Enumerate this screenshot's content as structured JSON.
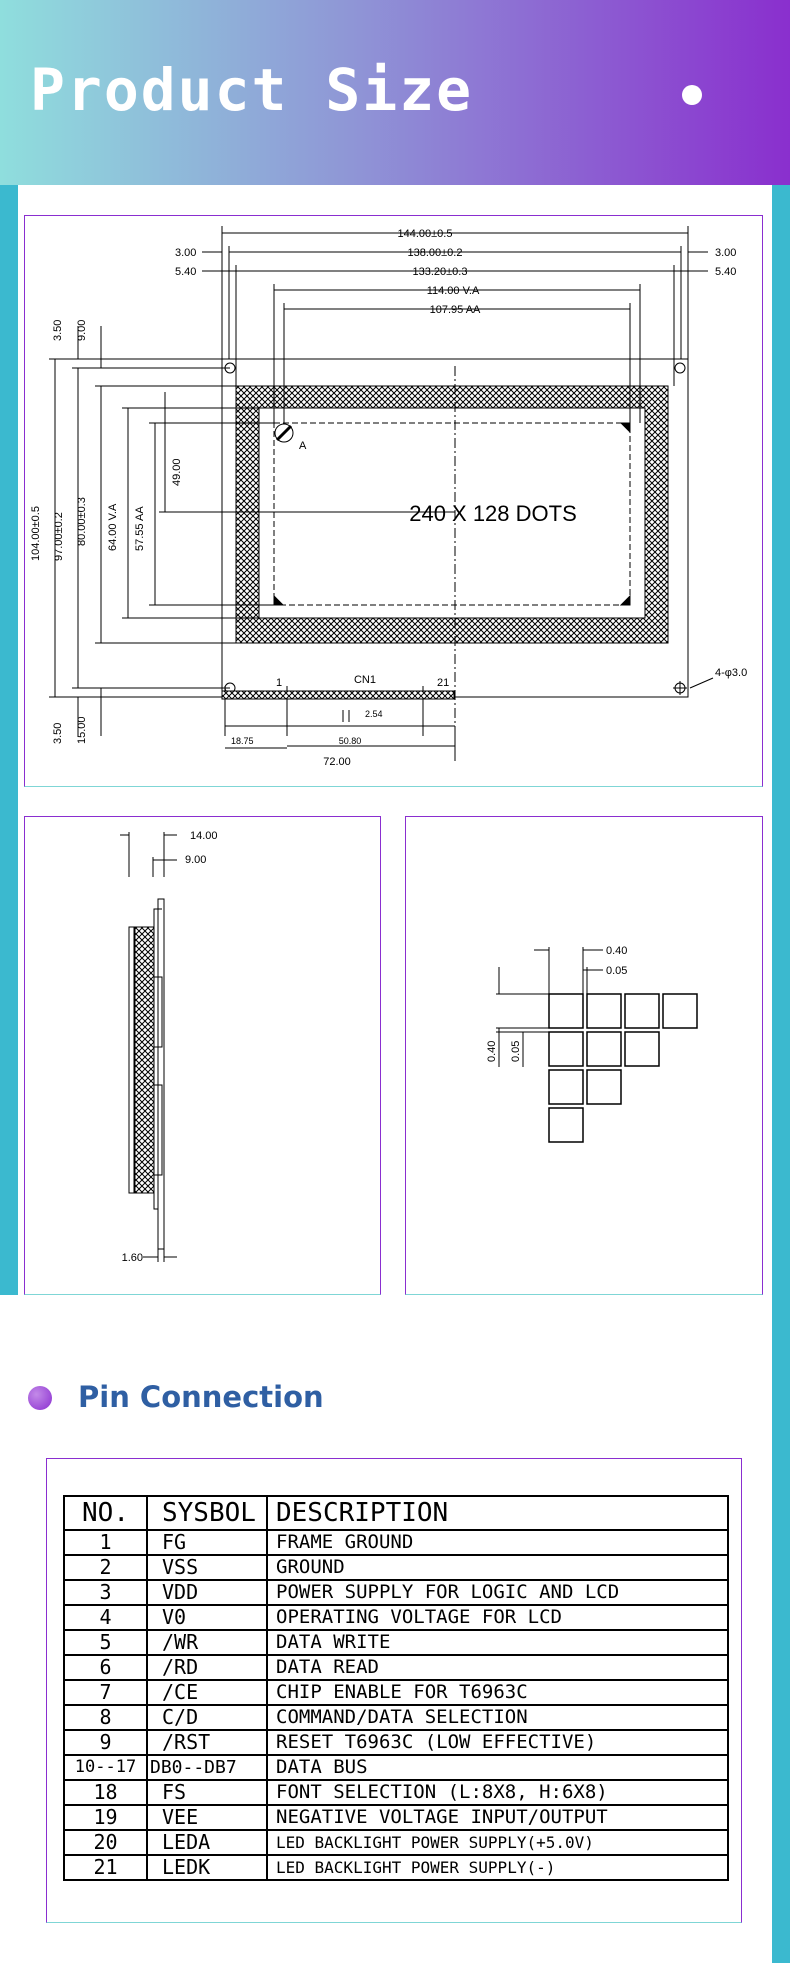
{
  "header": {
    "title": "Product Size"
  },
  "drawing_main": {
    "dims_top": [
      "144.00±0.5",
      "138.00±0.2",
      "133.20±0.3",
      "114.00  V.A",
      "107.95  AA"
    ],
    "dims_top_side": [
      "3.00",
      "5.40",
      "3.00",
      "5.40"
    ],
    "dims_left_top": [
      "3.50",
      "9.00"
    ],
    "dims_left": [
      "104.00±0.5",
      "97.00±0.2",
      "80.00±0.3",
      "64.00  V.A",
      "57.55  AA",
      "49.00"
    ],
    "dims_left_bottom": [
      "3.50",
      "15.00"
    ],
    "dims_bottom": [
      "18.75",
      "50.80",
      "2.54",
      "72.00"
    ],
    "connector_label": "CN1",
    "pin_first": "1",
    "pin_last": "21",
    "mark": "A",
    "resolution": "240  X  128  DOTS",
    "holes": "4-φ3.0"
  },
  "drawing_side": {
    "dims": [
      "14.00",
      "9.00",
      "1.60"
    ]
  },
  "drawing_dots": {
    "dims": [
      "0.40",
      "0.05",
      "0.40",
      "0.05"
    ]
  },
  "pin_section": {
    "title": "Pin Connection"
  },
  "pin_table": {
    "headers": [
      "NO.",
      "SYSBOL",
      "DESCRIPTION"
    ],
    "rows": [
      [
        "1",
        "FG",
        "FRAME GROUND"
      ],
      [
        "2",
        "VSS",
        "GROUND"
      ],
      [
        "3",
        "VDD",
        "POWER SUPPLY FOR LOGIC AND LCD"
      ],
      [
        "4",
        "V0",
        "OPERATING VOLTAGE FOR LCD"
      ],
      [
        "5",
        "/WR",
        "DATA WRITE"
      ],
      [
        "6",
        "/RD",
        "DATA READ"
      ],
      [
        "7",
        "/CE",
        "CHIP ENABLE FOR T6963C"
      ],
      [
        "8",
        "C/D",
        "COMMAND/DATA SELECTION"
      ],
      [
        "9",
        "/RST",
        "RESET T6963C (LOW EFFECTIVE)"
      ],
      [
        "10--17",
        "DB0--DB7",
        "DATA BUS"
      ],
      [
        "18",
        "FS",
        "FONT SELECTION (L:8X8, H:6X8)"
      ],
      [
        "19",
        "VEE",
        "NEGATIVE VOLTAGE INPUT/OUTPUT"
      ],
      [
        "20",
        "LEDA",
        "LED BACKLIGHT POWER SUPPLY(+5.0V)"
      ],
      [
        "21",
        "LEDK",
        "LED BACKLIGHT POWER SUPPLY(-)"
      ]
    ]
  }
}
